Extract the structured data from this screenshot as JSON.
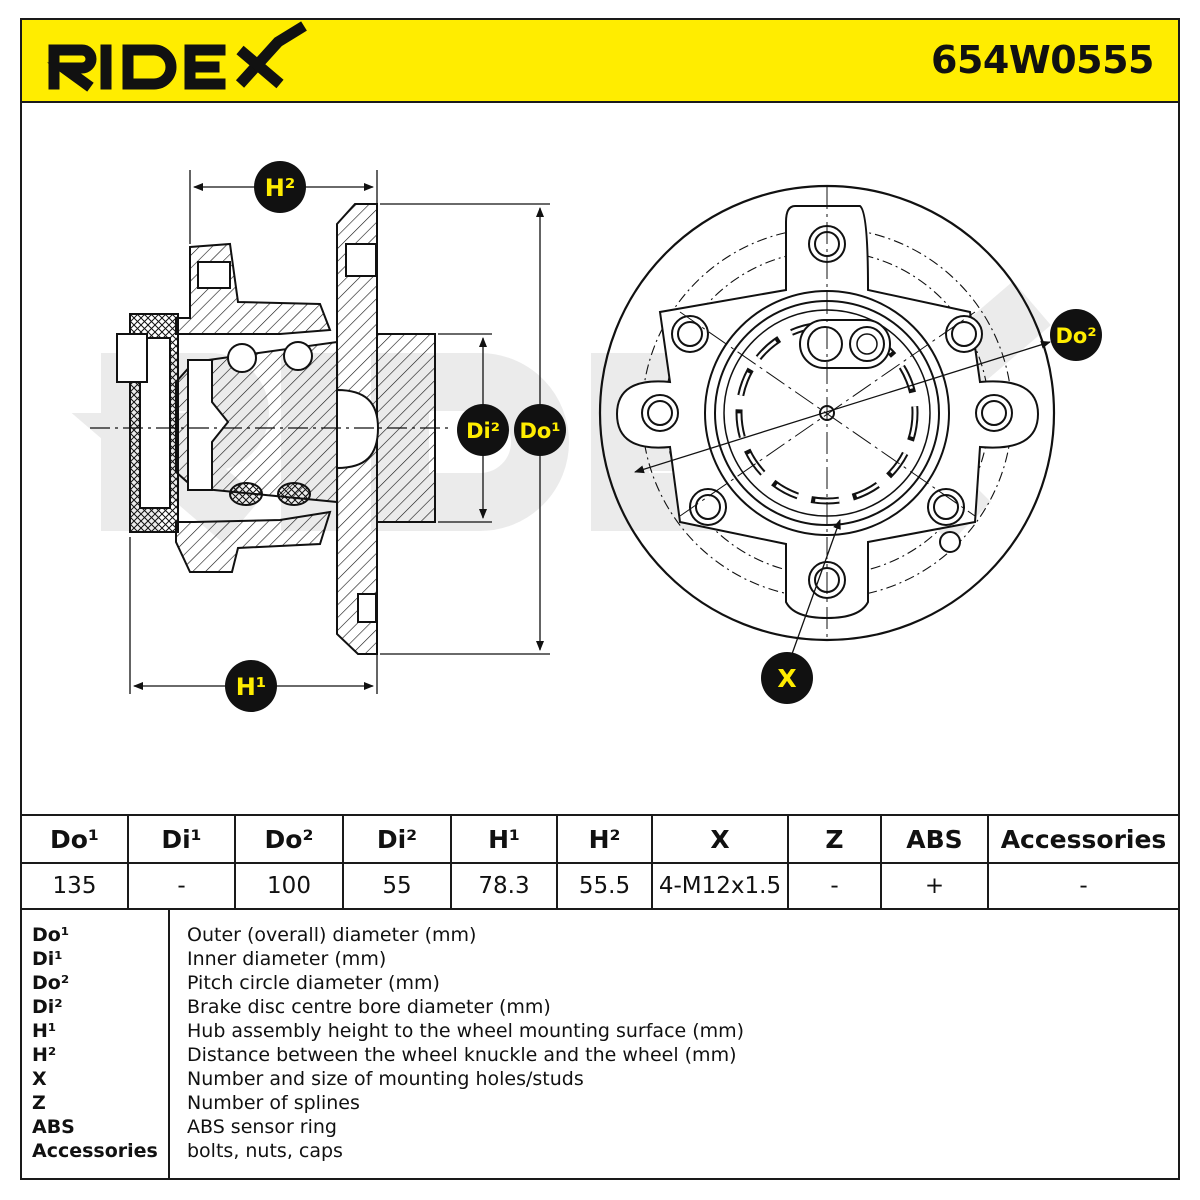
{
  "header": {
    "brand": "RIDEX",
    "part_number": "654W0555",
    "background_color": "#ffed00"
  },
  "drawing": {
    "watermark": "RIDEX",
    "labels": {
      "h2": "H²",
      "h1": "H¹",
      "di2": "Di²",
      "do1": "Do¹",
      "do2": "Do²",
      "x": "X"
    }
  },
  "table": {
    "headers": [
      "Do¹",
      "Di¹",
      "Do²",
      "Di²",
      "H¹",
      "H²",
      "X",
      "Z",
      "ABS",
      "Accessories"
    ],
    "values": [
      "135",
      "-",
      "100",
      "55",
      "78.3",
      "55.5",
      "4-M12x1.5",
      "-",
      "+",
      "-"
    ]
  },
  "legend": [
    {
      "key": "Do¹",
      "desc": "Outer (overall) diameter (mm)"
    },
    {
      "key": "Di¹",
      "desc": "Inner diameter (mm)"
    },
    {
      "key": "Do²",
      "desc": "Pitch circle diameter (mm)"
    },
    {
      "key": "Di²",
      "desc": "Brake disc centre bore diameter (mm)"
    },
    {
      "key": "H¹",
      "desc": "Hub assembly height to the wheel mounting surface (mm)"
    },
    {
      "key": "H²",
      "desc": "Distance between the wheel knuckle and the wheel (mm)"
    },
    {
      "key": "X",
      "desc": "Number and size of mounting holes/studs"
    },
    {
      "key": "Z",
      "desc": "Number of splines"
    },
    {
      "key": "ABS",
      "desc": "ABS sensor ring"
    },
    {
      "key": "Accessories",
      "desc": "bolts, nuts, caps"
    }
  ]
}
